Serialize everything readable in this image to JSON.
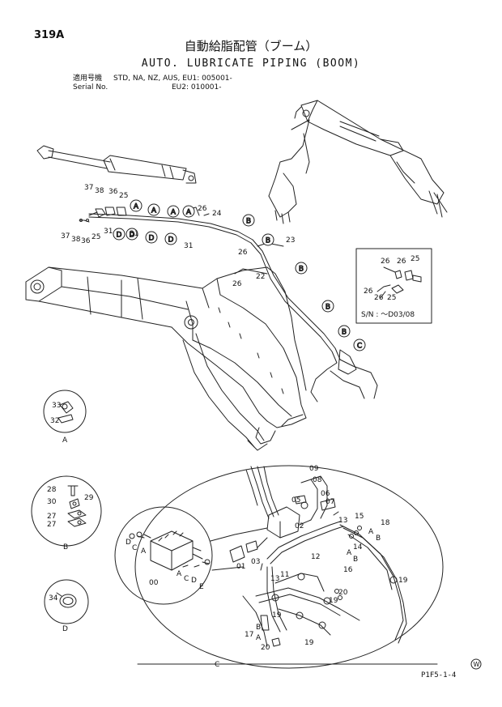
{
  "page_number": "319A",
  "title_jp": "自動給脂配管（ブーム）",
  "title_en": "AUTO. LUBRICATE PIPING (BOOM)",
  "applicability": {
    "row1_label": "適用号機",
    "row1_value": "STD, NA, NZ, AUS, EU1: 005001-",
    "row2_label": "Serial No.",
    "row2_value": "EU2: 010001-"
  },
  "inset": {
    "serial_note": "S/N : ～D03/08",
    "parts": [
      "26",
      "26",
      "25",
      "26",
      "26",
      "25"
    ]
  },
  "detail_views": {
    "A": {
      "label": "A",
      "parts": [
        "33",
        "32"
      ]
    },
    "B": {
      "label": "B",
      "parts": [
        "28",
        "29",
        "30",
        "27",
        "27"
      ]
    },
    "D": {
      "label": "D",
      "parts": [
        "34"
      ]
    },
    "C": {
      "label": "C"
    }
  },
  "main_callouts": [
    "37",
    "38",
    "36",
    "25",
    "37",
    "38",
    "25",
    "36",
    "31",
    "31",
    "31",
    "26",
    "24",
    "23",
    "26",
    "22",
    "26"
  ],
  "view_markers": [
    "A",
    "A",
    "A",
    "A",
    "B",
    "B",
    "B",
    "B",
    "B",
    "C",
    "D",
    "D",
    "D",
    "D"
  ],
  "view_c_callouts": [
    "09",
    "08",
    "06",
    "07",
    "05",
    "02",
    "13",
    "15",
    "18",
    "12",
    "14",
    "16",
    "01",
    "03",
    "00",
    "11",
    "13",
    "20",
    "19",
    "19",
    "17",
    "20",
    "19",
    "19"
  ],
  "footer_code": "P1F5-1-4",
  "footer_mark": "W"
}
